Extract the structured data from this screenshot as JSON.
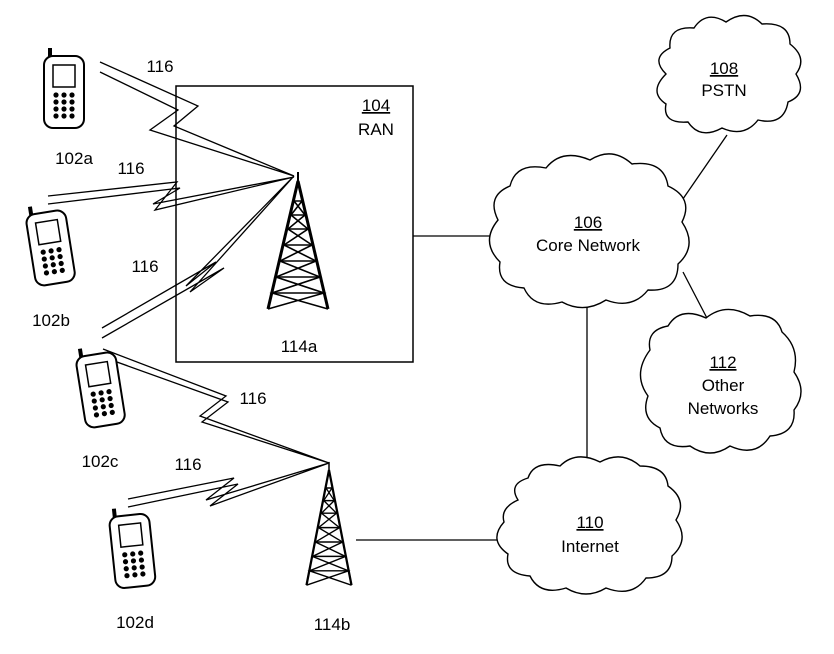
{
  "ran": {
    "number": "104",
    "name": "RAN"
  },
  "core_network": {
    "number": "106",
    "name": "Core Network"
  },
  "pstn": {
    "number": "108",
    "name": "PSTN"
  },
  "internet": {
    "number": "110",
    "name": "Internet"
  },
  "other_networks": {
    "number": "112",
    "name_line1": "Other",
    "name_line2": "Networks"
  },
  "base_stations": {
    "a": "114a",
    "b": "114b"
  },
  "devices": {
    "a": "102a",
    "b": "102b",
    "c": "102c",
    "d": "102d"
  },
  "air_interface_label": "116"
}
